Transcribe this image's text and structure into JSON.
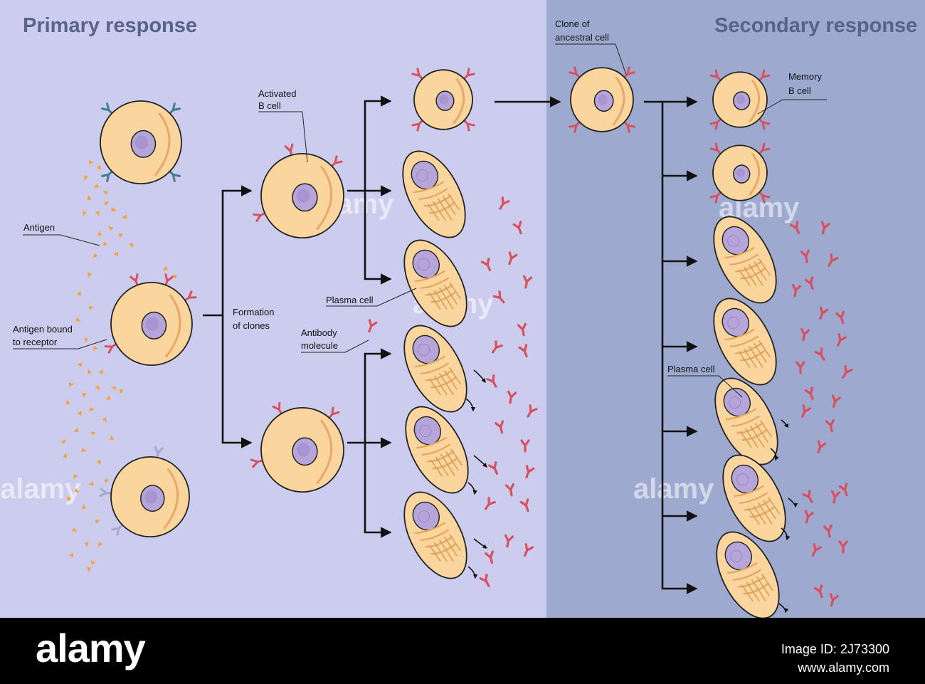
{
  "titles": {
    "primary": "Primary response",
    "secondary": "Secondary response"
  },
  "labels": {
    "antigen": "Antigen",
    "antigen_bound_line1": "Antigen bound",
    "antigen_bound_line2": "to receptor",
    "formation_line1": "Formation",
    "formation_line2": "of clones",
    "activated_line1": "Activated",
    "activated_line2": "B cell",
    "plasma_cell_primary": "Plasma cell",
    "antibody_line1": "Antibody",
    "antibody_line2": "molecule",
    "clone_line1": "Clone of",
    "clone_line2": "ancestral cell",
    "memory_line1": "Memory",
    "memory_line2": "B cell",
    "plasma_cell_secondary": "Plasma cell"
  },
  "watermark": "alamy",
  "footer": {
    "brand": "alamy",
    "image_id": "Image ID: 2J73300",
    "url": "www.alamy.com"
  },
  "colors": {
    "primary_bg": "#cccdee",
    "secondary_bg": "#9ea9d0",
    "cell_fill": "#fbd59e",
    "nucleus_fill": "#b5a5d8",
    "antibody_red": "#d8505e",
    "antigen_orange": "#f3a23d",
    "receptor_teal": "#3f7e90",
    "receptor_lilac": "#a9a4d0"
  }
}
